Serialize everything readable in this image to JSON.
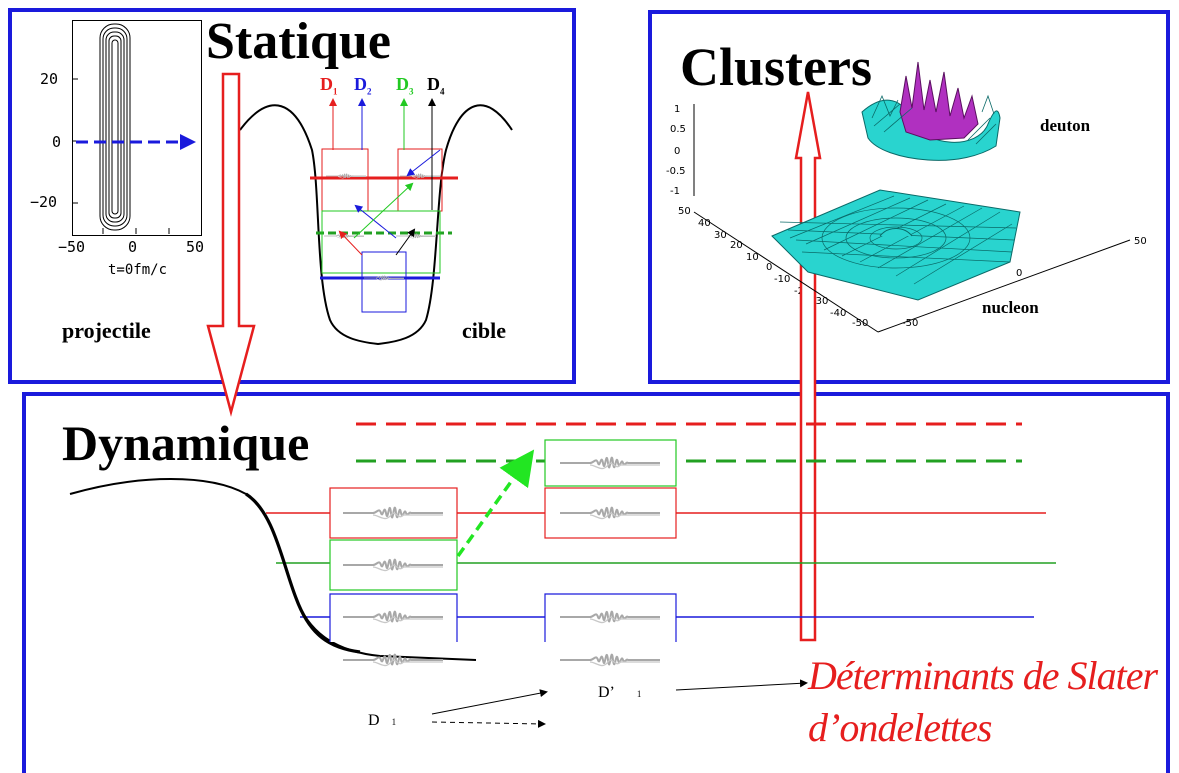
{
  "panels": {
    "static_title": "Statique",
    "clusters_title": "Clusters",
    "dynamic_title": "Dynamique"
  },
  "static": {
    "projectile_label": "projectile",
    "cible_label": "cible",
    "plot": {
      "y_ticks": [
        "20",
        "0",
        "−20"
      ],
      "x_ticks": [
        "−50",
        "0",
        "50"
      ],
      "time_label": "t=0fm/c"
    },
    "determinants": [
      {
        "label": "D",
        "sub": "1",
        "color": "#e61e1e"
      },
      {
        "label": "D",
        "sub": "2",
        "color": "#1a1adc"
      },
      {
        "label": "D",
        "sub": "3",
        "color": "#22c922"
      },
      {
        "label": "D",
        "sub": "4",
        "color": "#000000"
      }
    ]
  },
  "clusters": {
    "deuton_label": "deuton",
    "nucleon_label": "nucleon",
    "z_ticks": [
      "1",
      "0.5",
      "0",
      "-0.5",
      "-1"
    ],
    "y_ticks": [
      "50",
      "40",
      "30",
      "20",
      "10",
      "0",
      "-10",
      "-20",
      "-30",
      "-40",
      "-50"
    ],
    "x_ticks": [
      "50",
      "0",
      "-50"
    ]
  },
  "dynamic": {
    "d1_label": "D",
    "d1_sub": "1",
    "dprime_label": "D’",
    "dprime_sub": "1",
    "caption_line1": "Déterminants de Slater",
    "caption_line2": "d’ondelettes"
  },
  "colors": {
    "frame_blue": "#1a1adc",
    "level_red": "#e61e1e",
    "level_green": "#22a022",
    "level_blue": "#1a1adc",
    "bright_green": "#22e622",
    "surface_cyan": "#29d4cf",
    "surface_magenta": "#b030c0"
  }
}
